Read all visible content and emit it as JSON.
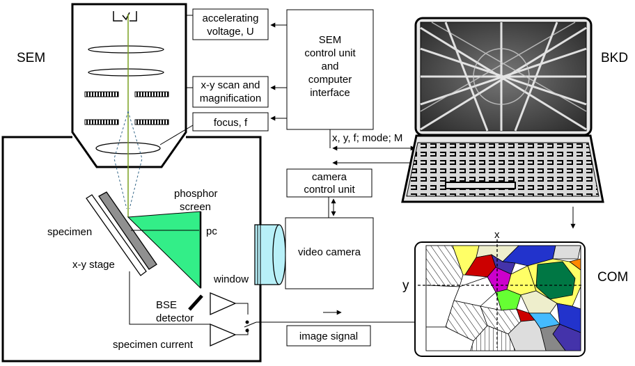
{
  "labels": {
    "sem": "SEM",
    "bkd": "BKD",
    "com": "COM",
    "specimen": "specimen",
    "xy_stage": "x-y stage",
    "phosphor_screen_1": "phosphor",
    "phosphor_screen_2": "screen",
    "pc": "pc",
    "window": "window",
    "bse_detector_1": "BSE",
    "bse_detector_2": "detector",
    "specimen_current": "specimen current",
    "signals": "x, y, f; mode; M",
    "axis_x": "x",
    "axis_y": "y"
  },
  "boxes": {
    "accelerating_voltage_1": "accelerating",
    "accelerating_voltage_2": "voltage, U",
    "xy_scan_1": "x-y scan and",
    "xy_scan_2": "magnification",
    "focus": "focus, f",
    "sem_control_1": "SEM",
    "sem_control_2": "control unit",
    "sem_control_3": "and",
    "sem_control_4": "computer",
    "sem_control_5": "interface",
    "camera_control_1": "camera",
    "camera_control_2": "control unit",
    "video_camera": "video camera",
    "image_signal": "image signal"
  },
  "colors": {
    "phosphor": "#33ee88",
    "beam": "#7aa020",
    "window_glass": "#b8f0f8",
    "stage_gray": "#909090",
    "screen_dark": "#3a3a3a"
  },
  "orientation_map_colors": [
    "#ffff66",
    "#cc0000",
    "#4433aa",
    "#cc00cc",
    "#2233cc",
    "#007744",
    "#ff8800",
    "#44bbff",
    "#66ff33",
    "#00aa00",
    "#888888",
    "#dddddd",
    "#ff77bb",
    "#eeeecc"
  ]
}
